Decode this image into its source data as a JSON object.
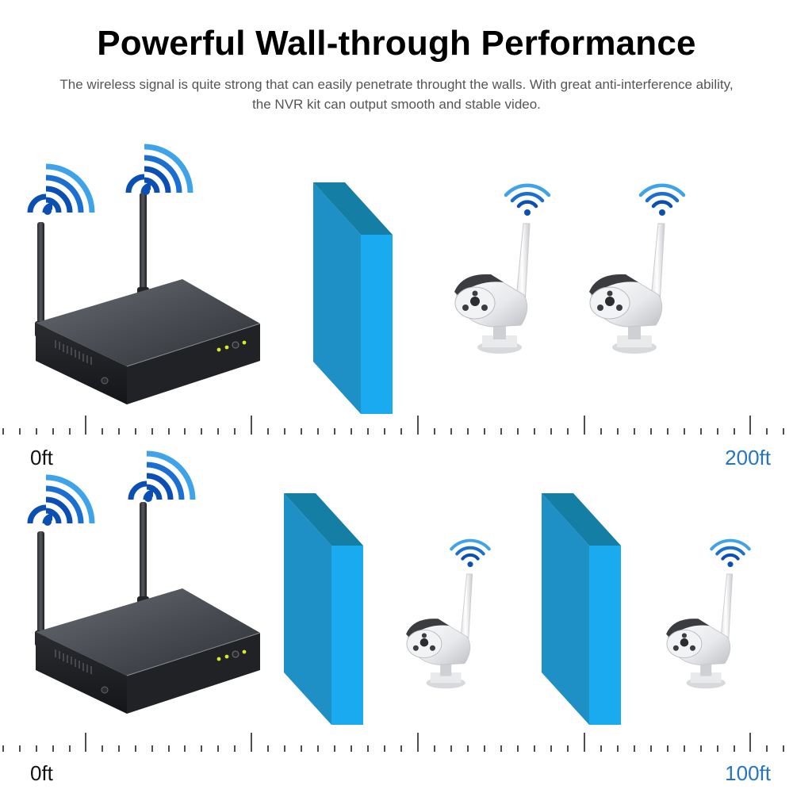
{
  "header": {
    "title": "Powerful Wall-through Performance",
    "subtitle": "The wireless signal is quite strong that can easily penetrate throught the walls.  With great anti-interference ability, the NVR kit can output smooth and stable video."
  },
  "scales": [
    {
      "start_label": "0ft",
      "end_label": "200ft"
    },
    {
      "start_label": "0ft",
      "end_label": "100ft"
    }
  ],
  "colors": {
    "wall_front": "#1AAAEF",
    "wall_top": "#157EA4",
    "wall_side": "#1F90C6",
    "signal_dark": "#0B4FB3",
    "signal_light": "#3EA3E8",
    "distance_label": "#2576BE",
    "nvr_body": "#3A3D42"
  },
  "icons": [
    "wifi-signal-icon",
    "nvr-recorder",
    "bullet-camera",
    "wall-block"
  ]
}
